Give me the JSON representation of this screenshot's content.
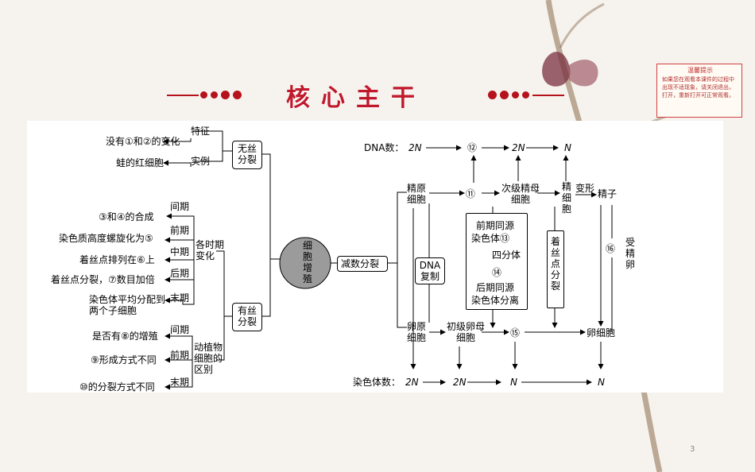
{
  "title": "核心主干",
  "tip": {
    "title": "温馨提示",
    "text": "如果您在观看本课件的过程中出现不适现象，请关闭退出，打开，重新打开可正常观看。"
  },
  "page_number": "3",
  "mitosis": {
    "center": "细胞增殖",
    "amitosis": "无丝分裂",
    "amitosis_feature_label": "特征",
    "amitosis_feature": "没有①和②的变化",
    "amitosis_example_label": "实例",
    "amitosis_example": "蛙的红细胞",
    "mitosis": "有丝分裂",
    "stage_change": "各时期变化",
    "stages": [
      {
        "label": "间期",
        "text": "③和④的合成"
      },
      {
        "label": "前期",
        "text": "染色质高度螺旋化为⑤"
      },
      {
        "label": "中期",
        "text": "着丝点排列在⑥上"
      },
      {
        "label": "后期",
        "text": "着丝点分裂，⑦数目加倍"
      },
      {
        "label": "末期",
        "text": "染色体平均分配到两个子细胞"
      }
    ],
    "difference": "动植物细胞的区别",
    "differences": [
      {
        "label": "间期",
        "text": "是否有⑧的增殖"
      },
      {
        "label": "前期",
        "text": "⑨形成方式不同"
      },
      {
        "label": "末期",
        "text": "⑩的分裂方式不同"
      }
    ]
  },
  "meiosis": {
    "name": "减数分裂",
    "dna_row_label": "DNA数：",
    "dna_values": [
      "2N",
      "⑫",
      "2N",
      "N"
    ],
    "chrom_row_label": "染色体数：",
    "chrom_values": [
      "2N",
      "2N",
      "N",
      "N"
    ],
    "spermatogonium": "精原细胞",
    "oogonium": "卵原细胞",
    "dna_replication": "DNA复制",
    "primary_sperm": "⑪",
    "secondary_sperm": "次级精母细胞",
    "spermatid": "精细胞",
    "transform": "变形",
    "sperm": "精子",
    "meiosis1_box": {
      "line1": "前期同源",
      "line2": "染色体⑬",
      "line3": "四分体",
      "line4": "⑭",
      "line5": "后期同源",
      "line6": "染色体分离"
    },
    "centromere_split": "着丝点分裂",
    "primary_oocyte": "初级卵母细胞",
    "secondary_oocyte": "⑮",
    "ootid": "卵细胞",
    "fertilization_num": "⑯",
    "fertilized_egg": "受精卵"
  }
}
